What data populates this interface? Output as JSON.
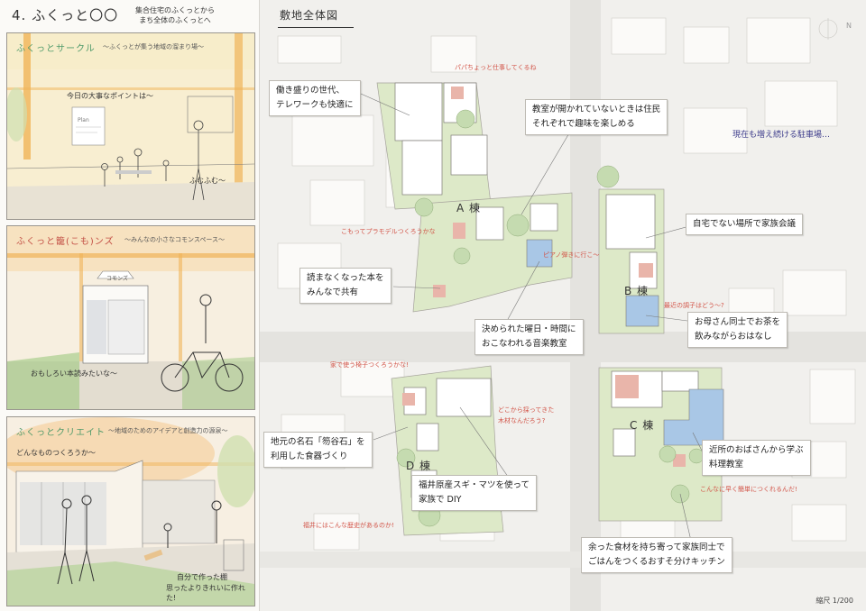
{
  "header": {
    "section_title": "4. ふくっと〇〇",
    "section_sub_line1": "集合住宅のふくっとから",
    "section_sub_line2": "まち全体のふくっとへ"
  },
  "panels": [
    {
      "title": "ふくっとサークル",
      "tag": "～ふくっとが集う地域の溜まり場～",
      "captions": [
        "今日の大事なポイントは～",
        "ふむふむ～"
      ],
      "board_text": "Plan"
    },
    {
      "title": "ふくっと籠(こも)ンズ",
      "tag": "～みんなの小さなコモンスペース～",
      "captions": [
        "おもしろい本読みたいな～"
      ],
      "sign_text": "コモンズ"
    },
    {
      "title": "ふくっとクリエイト",
      "tag": "～地域のためのアイデアと創造力の源泉～",
      "captions": [
        "どんなものつくろうか～",
        "自分で作った棚",
        "思ったよりきれいに作れた!"
      ]
    }
  ],
  "map": {
    "title": "敷地全体図",
    "scale": "縮尺 1/200",
    "north": "N",
    "buildings": [
      "A 棟",
      "B 棟",
      "C 棟",
      "D 棟"
    ],
    "callouts": [
      {
        "line1": "働き盛りの世代、",
        "line2": "テレワークも快適に"
      },
      {
        "line1": "教室が開かれていないときは住民",
        "line2": "それぞれで趣味を楽しめる"
      },
      {
        "line1": "自宅でない場所で家族会議",
        "line2": ""
      },
      {
        "line1": "読まなくなった本を",
        "line2": "みんなで共有"
      },
      {
        "line1": "決められた曜日・時間に",
        "line2": "おこなわれる音楽教室"
      },
      {
        "line1": "お母さん同士でお茶を",
        "line2": "飲みながらおはなし"
      },
      {
        "line1": "地元の名石「笏谷石」を",
        "line2": "利用した食器づくり"
      },
      {
        "line1": "福井原産スギ・マツを使って",
        "line2": "家族で DIY"
      },
      {
        "line1": "近所のおばさんから学ぶ",
        "line2": "料理教室"
      },
      {
        "line1": "余った食材を持ち寄って家族同士で",
        "line2": "ごはんをつくるおすそ分けキッチン"
      }
    ],
    "notes_red": [
      "パパちょっと仕事してくるね",
      "こもってプラモデルつくろうかな",
      "ピアノ弾きに行こ～",
      "最近の調子はどう～?",
      "家で使う椅子つくろうかな!",
      "どこから採ってきた",
      "木材なんだろう?",
      "福井にはこんな歴史があるのか!",
      "こんなに早く簡単につくれるんだ!"
    ],
    "note_blue": "現在も増え続ける駐車場…"
  },
  "colors": {
    "accent_red": "#d25448",
    "accent_blue": "#3b3a8a",
    "greenery": "#dde9c8",
    "building_blue": "#a9c7e6",
    "building_red": "#e9b5aa",
    "warm_orange": "#f3c788"
  }
}
